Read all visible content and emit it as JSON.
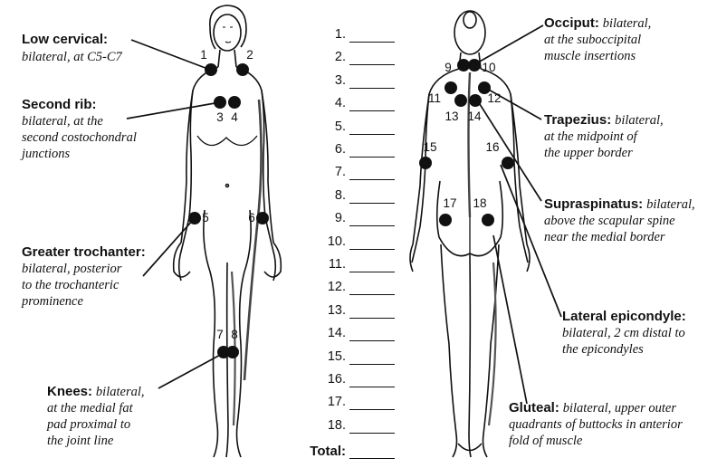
{
  "labels": {
    "low_cervical": {
      "heading": "Low cervical:",
      "desc": "bilateral, at C5-C7"
    },
    "second_rib": {
      "heading": "Second rib:",
      "desc": [
        "bilateral, at the",
        "second costochondral",
        "junctions"
      ]
    },
    "greater_trochanter": {
      "heading": "Greater trochanter:",
      "desc": [
        "bilateral, posterior",
        "to the trochanteric",
        "prominence"
      ]
    },
    "knees": {
      "heading": "Knees:",
      "desc_inline": "bilateral,",
      "desc": [
        "at the medial fat",
        "pad proximal to",
        "the joint line"
      ]
    },
    "occiput": {
      "heading": "Occiput:",
      "desc_inline": "bilateral,",
      "desc": [
        "at the suboccipital",
        "muscle insertions"
      ]
    },
    "trapezius": {
      "heading": "Trapezius:",
      "desc_inline": "bilateral,",
      "desc": [
        "at the midpoint of",
        "the upper border"
      ]
    },
    "supraspinatus": {
      "heading": "Supraspinatus:",
      "desc_inline": "bilateral,",
      "desc": [
        "above the scapular spine",
        "near the medial border"
      ]
    },
    "lateral_epicondyle": {
      "heading": "Lateral epicondyle:",
      "desc": [
        "bilateral, 2 cm distal to",
        "the epicondyles"
      ]
    },
    "gluteal": {
      "heading": "Gluteal:",
      "desc_inline": "bilateral, upper outer",
      "desc": [
        "quadrants of buttocks in anterior",
        "fold of muscle"
      ]
    }
  },
  "point_numbers": [
    "1",
    "2",
    "3",
    "4",
    "5",
    "6",
    "7",
    "8",
    "9",
    "10",
    "11",
    "12",
    "13",
    "14",
    "15",
    "16",
    "17",
    "18"
  ],
  "checklist": [
    "1.",
    "2.",
    "3.",
    "4.",
    "5.",
    "6.",
    "7.",
    "8.",
    "9.",
    "10.",
    "11.",
    "12.",
    "13.",
    "14.",
    "15.",
    "16.",
    "17.",
    "18."
  ],
  "total_label": "Total:"
}
